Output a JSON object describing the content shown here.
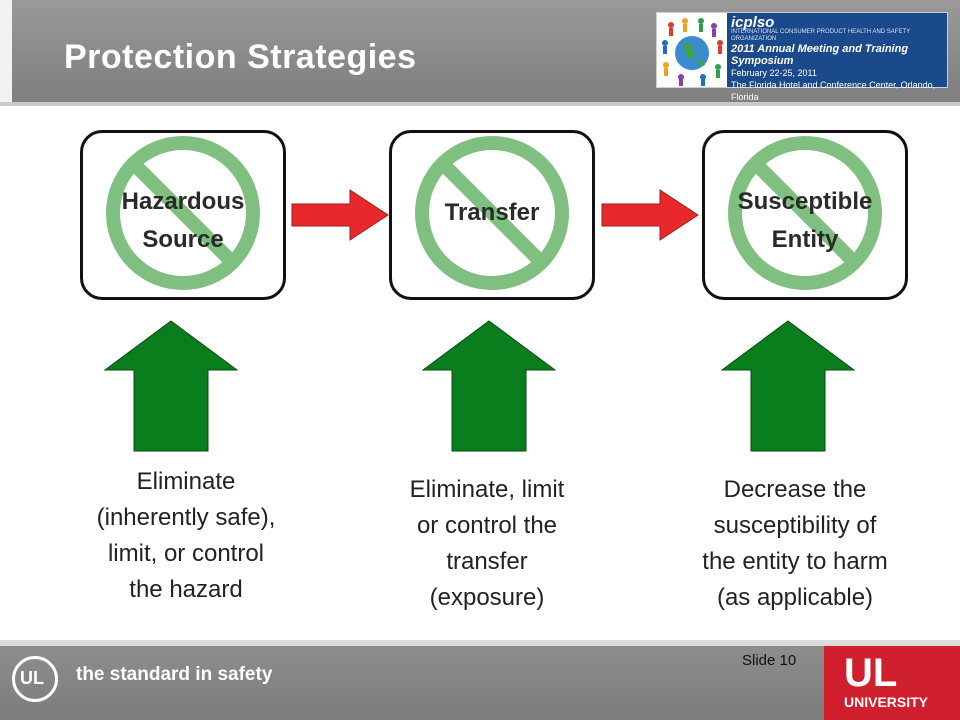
{
  "header": {
    "title": "Protection Strategies"
  },
  "event_logo": {
    "brand": "icplso",
    "org_line": "INTERNATIONAL CONSUMER PRODUCT HEALTH AND SAFETY ORGANIZATION",
    "event_name": "2011 Annual Meeting and Training Symposium",
    "dates": "February 22-25, 2011",
    "venue": "The Florida Hotel and Conference Center, Orlando, Florida"
  },
  "nodes": [
    {
      "line1": "Hazardous",
      "line2": "Source"
    },
    {
      "line1": "Transfer",
      "line2": ""
    },
    {
      "line1": "Susceptible",
      "line2": "Entity"
    }
  ],
  "captions": [
    [
      "Eliminate",
      "(inherently safe),",
      "limit, or control",
      "the  hazard"
    ],
    [
      "Eliminate, limit",
      "or control the",
      "transfer",
      "(exposure)"
    ],
    [
      "Decrease the",
      "susceptibility of",
      "the entity to harm",
      "(as applicable)"
    ]
  ],
  "footer": {
    "logo_text": "UL",
    "tagline": "the standard in safety",
    "slide_number": "Slide 10",
    "university_logo_big": "UL",
    "university_logo_word": "UNIVERSITY"
  },
  "colors": {
    "green_ring": "#7fbf7f",
    "green_arrow": "#0a7d1c",
    "red_arrow": "#e8282a"
  }
}
